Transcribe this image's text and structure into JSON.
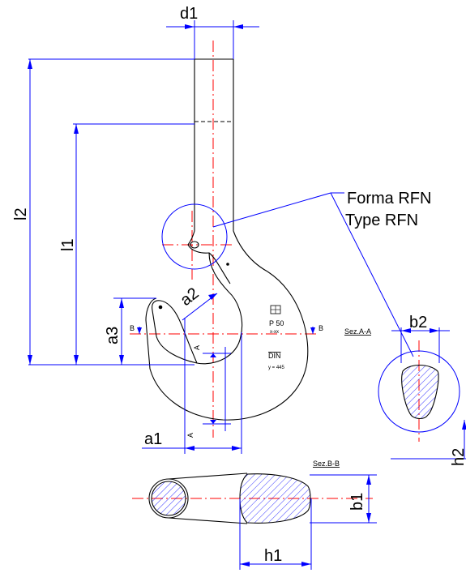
{
  "dimensions": {
    "d1": "d1",
    "l2": "l2",
    "l1": "l1",
    "a2": "a2",
    "a3": "a3",
    "a1": "a1",
    "b2": "b2",
    "h2": "h2",
    "b1": "b1",
    "h1": "h1"
  },
  "callout": {
    "line1": "Forma RFN",
    "line2": "Type RFN"
  },
  "sections": {
    "aa_title": "Sez.A-A",
    "bb_title": "Sez.B-B",
    "a_marker": "A",
    "b_marker": "B"
  },
  "stamp": {
    "line1": "P 50",
    "line2": "x-xx",
    "din": "DIN",
    "din_code": "y = 445"
  },
  "colors": {
    "dimension": "#0000ff",
    "centerline": "#ff0000",
    "object": "#000000"
  }
}
